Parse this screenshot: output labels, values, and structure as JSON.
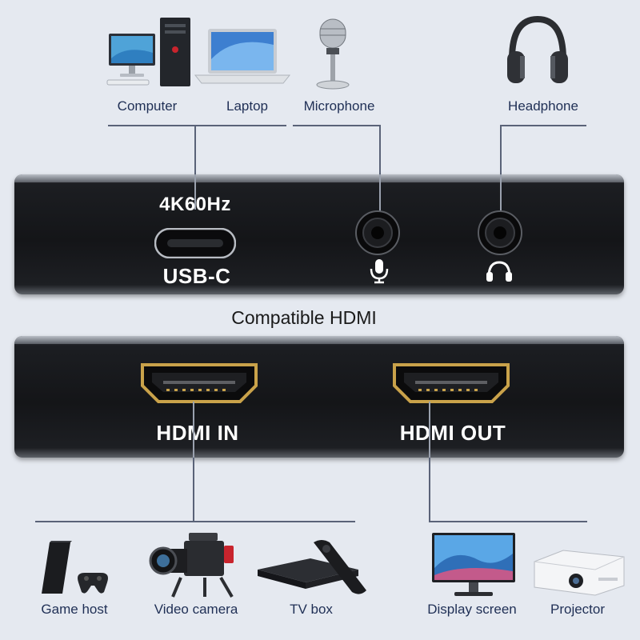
{
  "top_devices": [
    {
      "id": "computer",
      "label": "Computer"
    },
    {
      "id": "laptop",
      "label": "Laptop"
    },
    {
      "id": "microphone",
      "label": "Microphone"
    },
    {
      "id": "headphone",
      "label": "Headphone"
    }
  ],
  "top_panel": {
    "usb_spec": "4K60Hz",
    "usb_label": "USB-C",
    "mic_icon": "microphone-icon",
    "headphone_icon": "headphone-icon"
  },
  "middle_title": "Compatible HDMI",
  "bottom_panel": {
    "hdmi_in_label": "HDMI IN",
    "hdmi_out_label": "HDMI OUT"
  },
  "bottom_devices": [
    {
      "id": "game-host",
      "label": "Game host"
    },
    {
      "id": "video-camera",
      "label": "Video camera"
    },
    {
      "id": "tv-box",
      "label": "TV box"
    },
    {
      "id": "display-screen",
      "label": "Display screen"
    },
    {
      "id": "projector",
      "label": "Projector"
    }
  ],
  "colors": {
    "background": "#e5e9f0",
    "label_text": "#1f2f55",
    "panel": "#141518",
    "connector_gold": "#c9a24a"
  }
}
